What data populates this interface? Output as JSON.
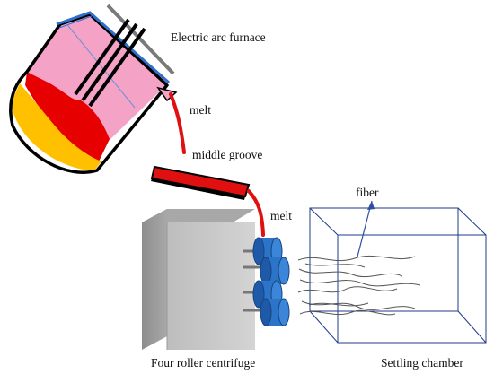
{
  "labels": {
    "furnace": "Electric arc furnace",
    "melt_top": "melt",
    "groove": "middle groove",
    "melt_bottom": "melt",
    "fiber": "fiber",
    "centrifuge": "Four roller centrifuge",
    "chamber": "Settling chamber"
  },
  "colors": {
    "furnace_shell": "#000000",
    "furnace_lining": "#f4a3c6",
    "melt_red": "#e60000",
    "slag_yellow": "#ffc000",
    "groove_red": "#e01010",
    "centrifuge_front": "#c8c8c8",
    "roller_blue": "#2c74c8",
    "chamber_stroke": "#1f3b8a"
  }
}
